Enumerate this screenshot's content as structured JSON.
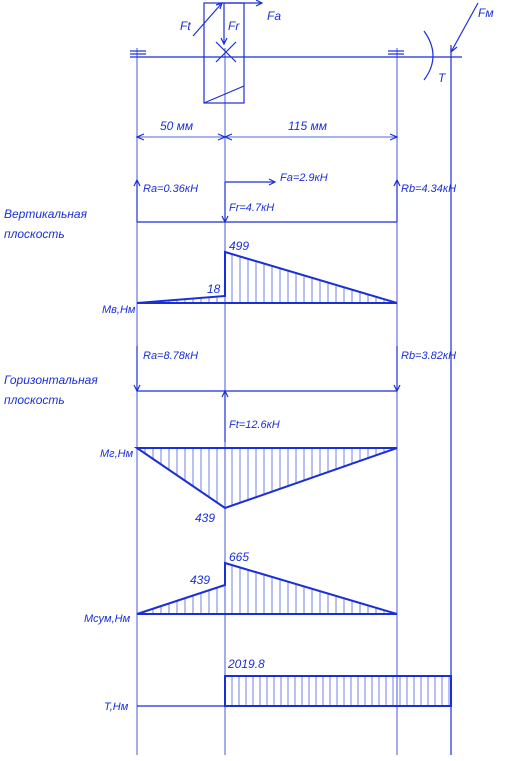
{
  "labels": {
    "ft": "Ft",
    "fr": "Fr",
    "fa": "Fa",
    "fm": "Fм",
    "t": "T",
    "dim_left": "50 мм",
    "dim_right": "115 мм",
    "vertical_plane": [
      "Вертикальная",
      "плоскость"
    ],
    "horizontal_plane": [
      "Горизонтальная",
      "плоскость"
    ],
    "ra_v": "Ra=0.36кН",
    "fa_val": "Fa=2.9кН",
    "rb_v": "Rb=4.34кН",
    "fr_val": "Fr=4.7кН",
    "ra_h": "Ra=8.78кН",
    "rb_h": "Rb=3.82кН",
    "ft_val": "Ft=12.6кН",
    "mv_axis": "Mв,Нм",
    "mh_axis": "Mг,Нм",
    "msum_axis": "Mсум,Нм",
    "t_axis": "T,Нм"
  },
  "values": {
    "mv_max": "499",
    "mv_left": "18",
    "mh_max": "439",
    "msum_max": "665",
    "msum_left": "439",
    "torque": "2019.8"
  },
  "colors": {
    "line": "#1a2fd6"
  }
}
